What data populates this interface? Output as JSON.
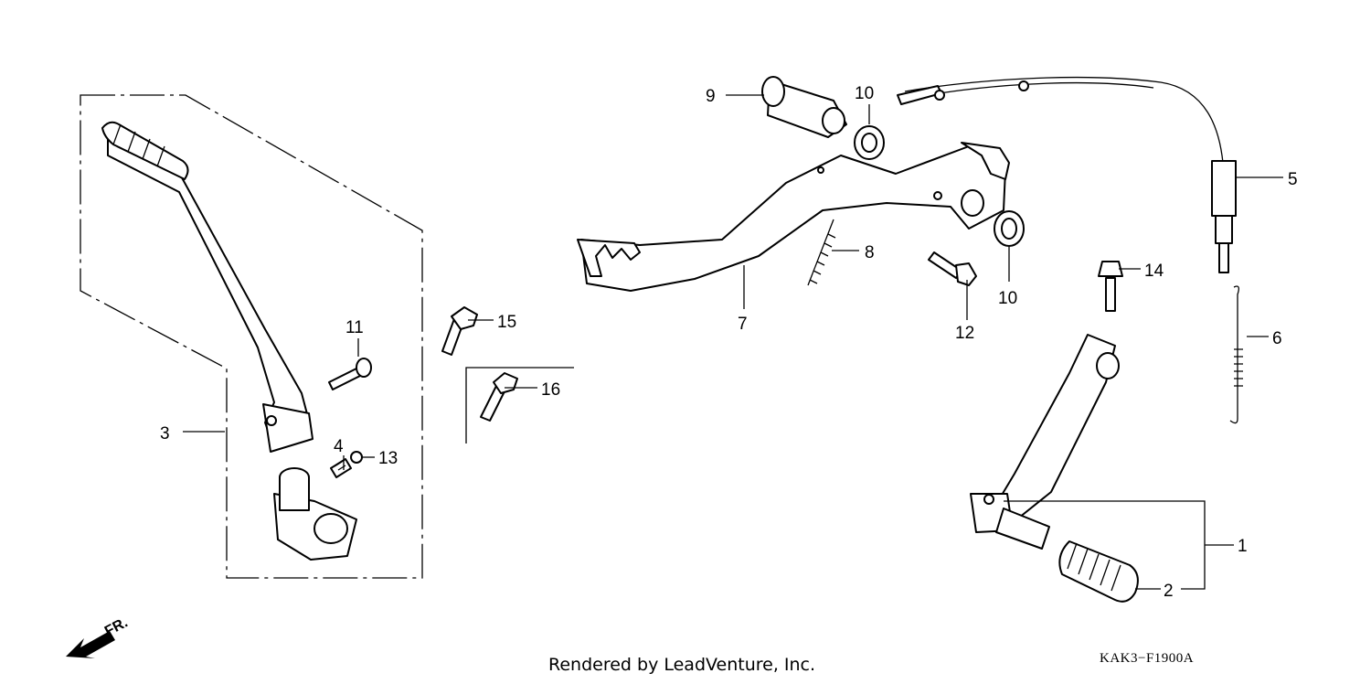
{
  "callouts": {
    "c1": "1",
    "c2": "2",
    "c3": "3",
    "c4": "4",
    "c5": "5",
    "c6": "6",
    "c7": "7",
    "c8": "8",
    "c9": "9",
    "c10a": "10",
    "c10b": "10",
    "c11": "11",
    "c12": "12",
    "c13": "13",
    "c14": "14",
    "c15": "15",
    "c16": "16"
  },
  "direction": {
    "label": "FR."
  },
  "footer": {
    "credit": "Rendered by LeadVenture, Inc.",
    "code": "KAK3−F1900A"
  },
  "icons": {
    "direction_arrow": "arrow-down-left-icon"
  }
}
